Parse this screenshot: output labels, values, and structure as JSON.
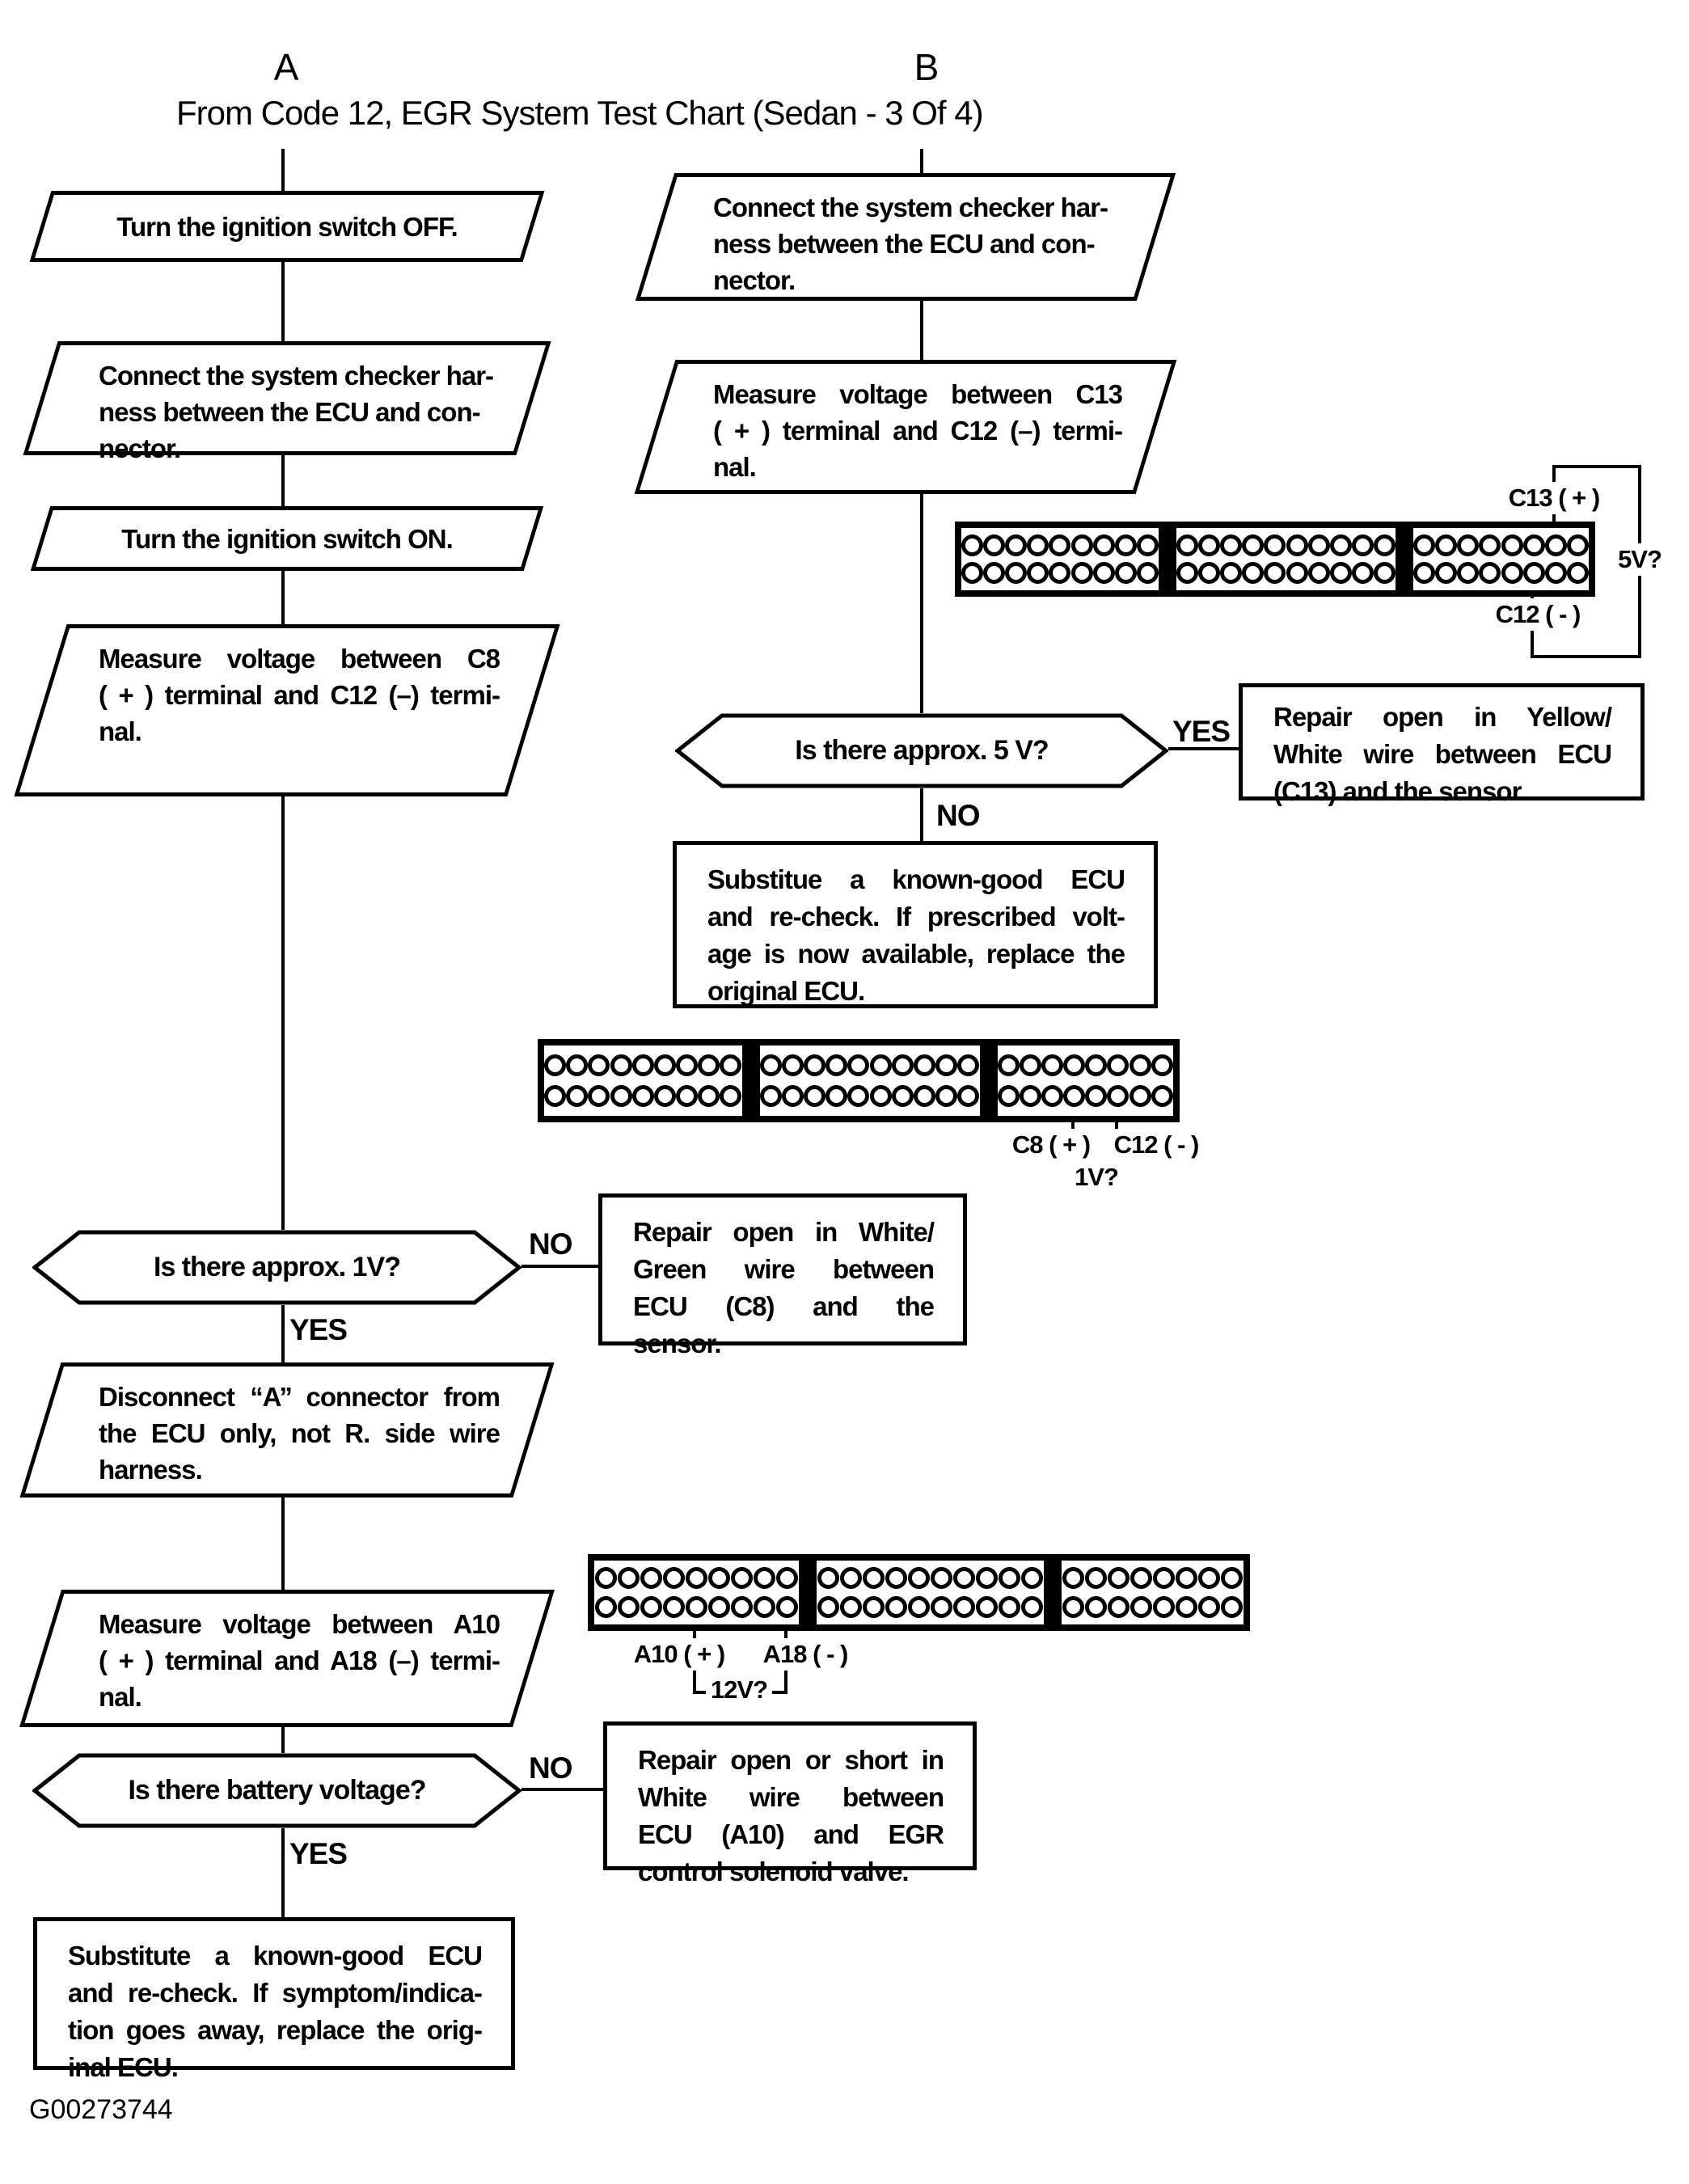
{
  "title": "From Code 12, EGR System Test Chart (Sedan - 3 Of 4)",
  "figure_id": "G00273744",
  "columns": {
    "a": "A",
    "b": "B"
  },
  "flow_a": {
    "step1": {
      "lines": [
        "Turn the ignition switch OFF."
      ]
    },
    "step2": {
      "lines": [
        "Connect the system checker har-",
        "ness between the ECU and con-",
        "nector."
      ]
    },
    "step3": {
      "lines": [
        "Turn the ignition switch ON."
      ]
    },
    "step4": {
      "lines": [
        "Measure voltage between C8",
        "( + ) terminal and C12 (–) termi-",
        "nal."
      ]
    },
    "decision1": {
      "label": "Is there approx. 1V?",
      "no": "NO",
      "yes": "YES"
    },
    "repair1": {
      "lines": [
        "Repair open in White/",
        "Green wire between",
        "ECU (C8) and the",
        "sensor."
      ]
    },
    "step5": {
      "lines": [
        "Disconnect ‘‘A’’ connector from",
        "the ECU only, not R. side wire",
        "harness."
      ]
    },
    "step6": {
      "lines": [
        "Measure voltage between A10",
        "( + ) terminal and A18 (–) termi-",
        "nal."
      ]
    },
    "decision2": {
      "label": "Is there battery voltage?",
      "no": "NO",
      "yes": "YES"
    },
    "repair2": {
      "lines": [
        "Repair open or short in",
        "White wire between",
        "ECU (A10) and EGR",
        "control solenoid valve."
      ]
    },
    "final": {
      "lines": [
        "Substitute a known-good ECU",
        "and re-check. If symptom/indica-",
        "tion goes away, replace the orig-",
        "inal ECU."
      ]
    }
  },
  "flow_b": {
    "step1": {
      "lines": [
        "Connect the system checker har-",
        "ness between the ECU and con-",
        "nector."
      ]
    },
    "step2": {
      "lines": [
        "Measure voltage between C13",
        "( + ) terminal and C12 (–) termi-",
        "nal."
      ]
    },
    "decision1": {
      "label": "Is there approx. 5 V?",
      "yes": "YES",
      "no": "NO"
    },
    "repair1": {
      "lines": [
        "Repair open in Yellow/",
        "White wire between ECU",
        "(C13) and the sensor."
      ]
    },
    "final": {
      "lines": [
        "Substitue a known-good ECU",
        "and re-check. If prescribed volt-",
        "age is now available, replace the",
        "original ECU."
      ]
    }
  },
  "connectors": [
    {
      "sections": [
        9,
        10,
        8
      ],
      "rows": 2,
      "labels": {
        "positive": "C13 ( + )",
        "negative": "C12 ( - )",
        "voltage": "5V?"
      }
    },
    {
      "sections": [
        9,
        10,
        8
      ],
      "rows": 2,
      "labels": {
        "positive": "C8 ( + )",
        "negative": "C12 ( - )",
        "voltage": "1V?"
      }
    },
    {
      "sections": [
        9,
        10,
        8
      ],
      "rows": 2,
      "labels": {
        "positive": "A10 ( + )",
        "negative": "A18 ( - )",
        "voltage": "12V?"
      }
    }
  ]
}
